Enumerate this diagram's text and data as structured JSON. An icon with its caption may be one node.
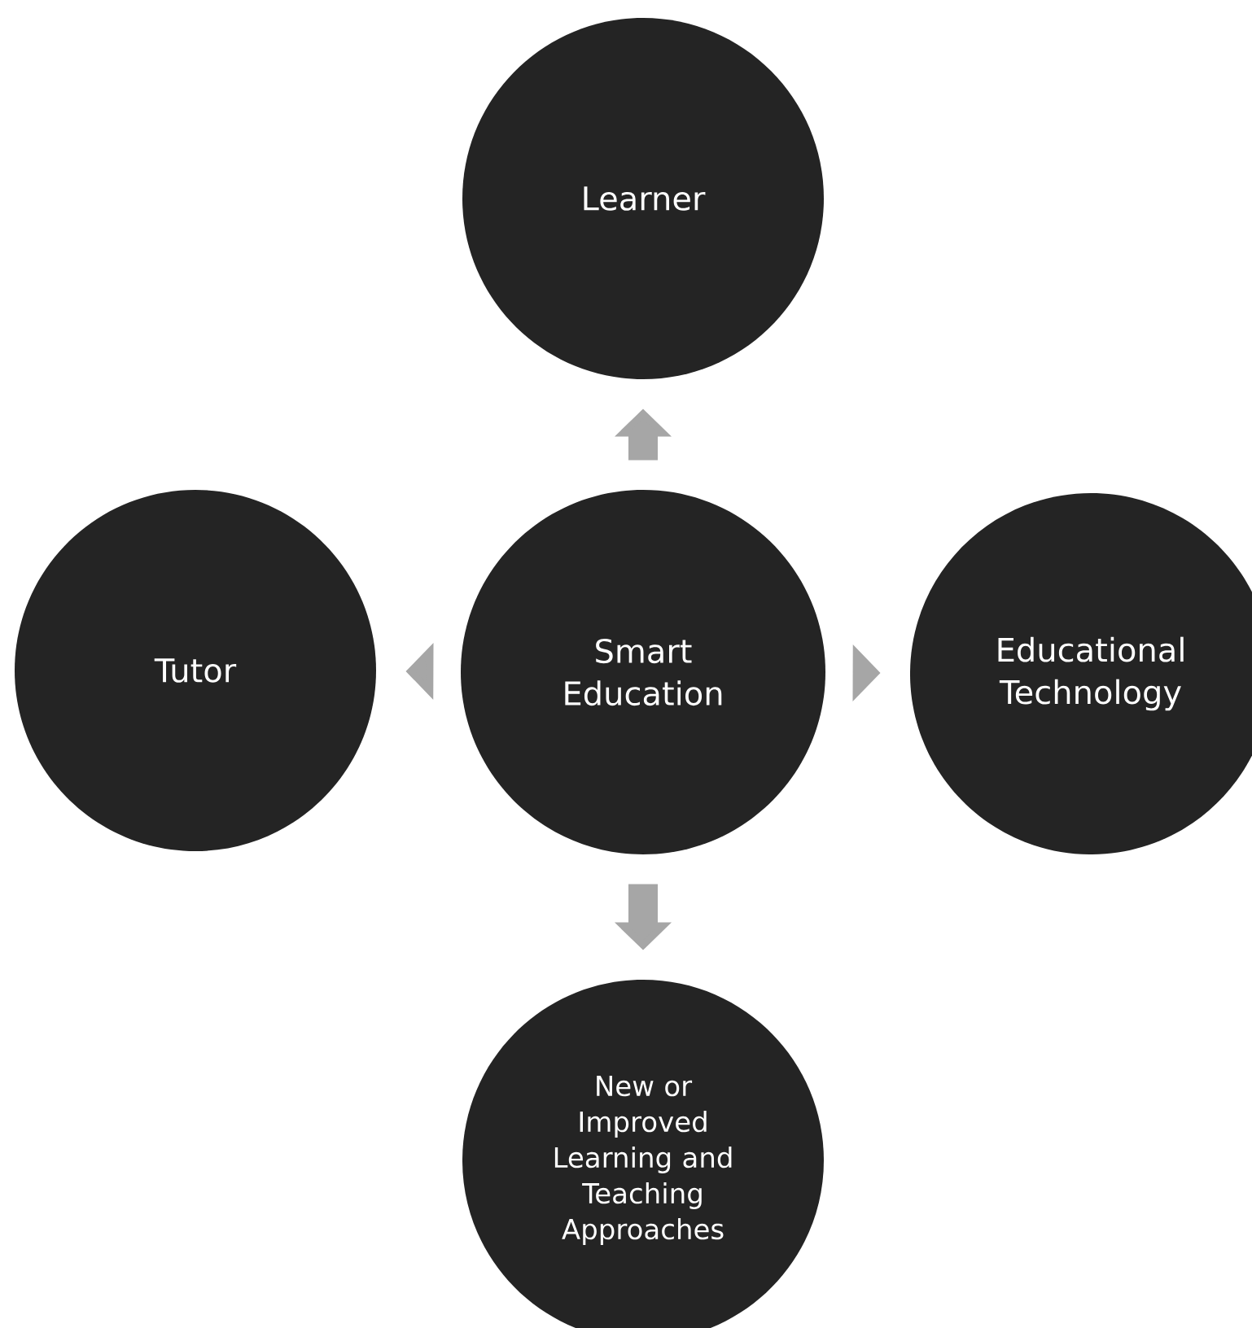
{
  "diagram": {
    "nodes": [
      {
        "text": [
          "Learner"
        ]
      },
      {
        "text": [
          "Smart Education"
        ]
      },
      {
        "text": [
          "Tutor"
        ]
      },
      {
        "text": [
          "Educational Technology"
        ]
      },
      {
        "text": [
          "New or Improved Learning and Teaching Approaches"
        ]
      }
    ],
    "edges": [
      {
        "from": 1,
        "to": 0,
        "arrow": "to"
      },
      {
        "from": 1,
        "to": 2,
        "arrow": "to"
      },
      {
        "from": 1,
        "to": 3,
        "arrow": "to"
      },
      {
        "from": 1,
        "to": 4,
        "arrow": "to"
      }
    ]
  }
}
